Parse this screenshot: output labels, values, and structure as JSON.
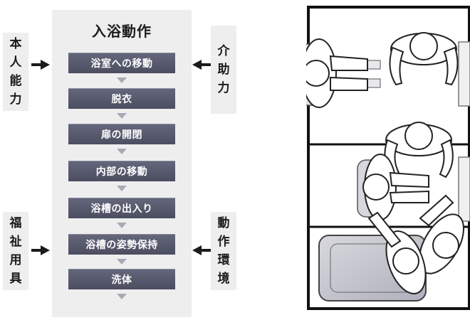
{
  "title": "入浴動作",
  "steps": [
    "浴室への移動",
    "脱衣",
    "扉の開閉",
    "内部の移動",
    "浴槽の出入り",
    "浴槽の姿勢保持",
    "洗体"
  ],
  "left_top_label": [
    "本",
    "人",
    "能",
    "力"
  ],
  "right_top_label": [
    "介",
    "助",
    "力"
  ],
  "left_bottom_label": [
    "福",
    "祉",
    "用",
    "具"
  ],
  "right_bottom_label": [
    "動",
    "作",
    "環",
    "境"
  ]
}
